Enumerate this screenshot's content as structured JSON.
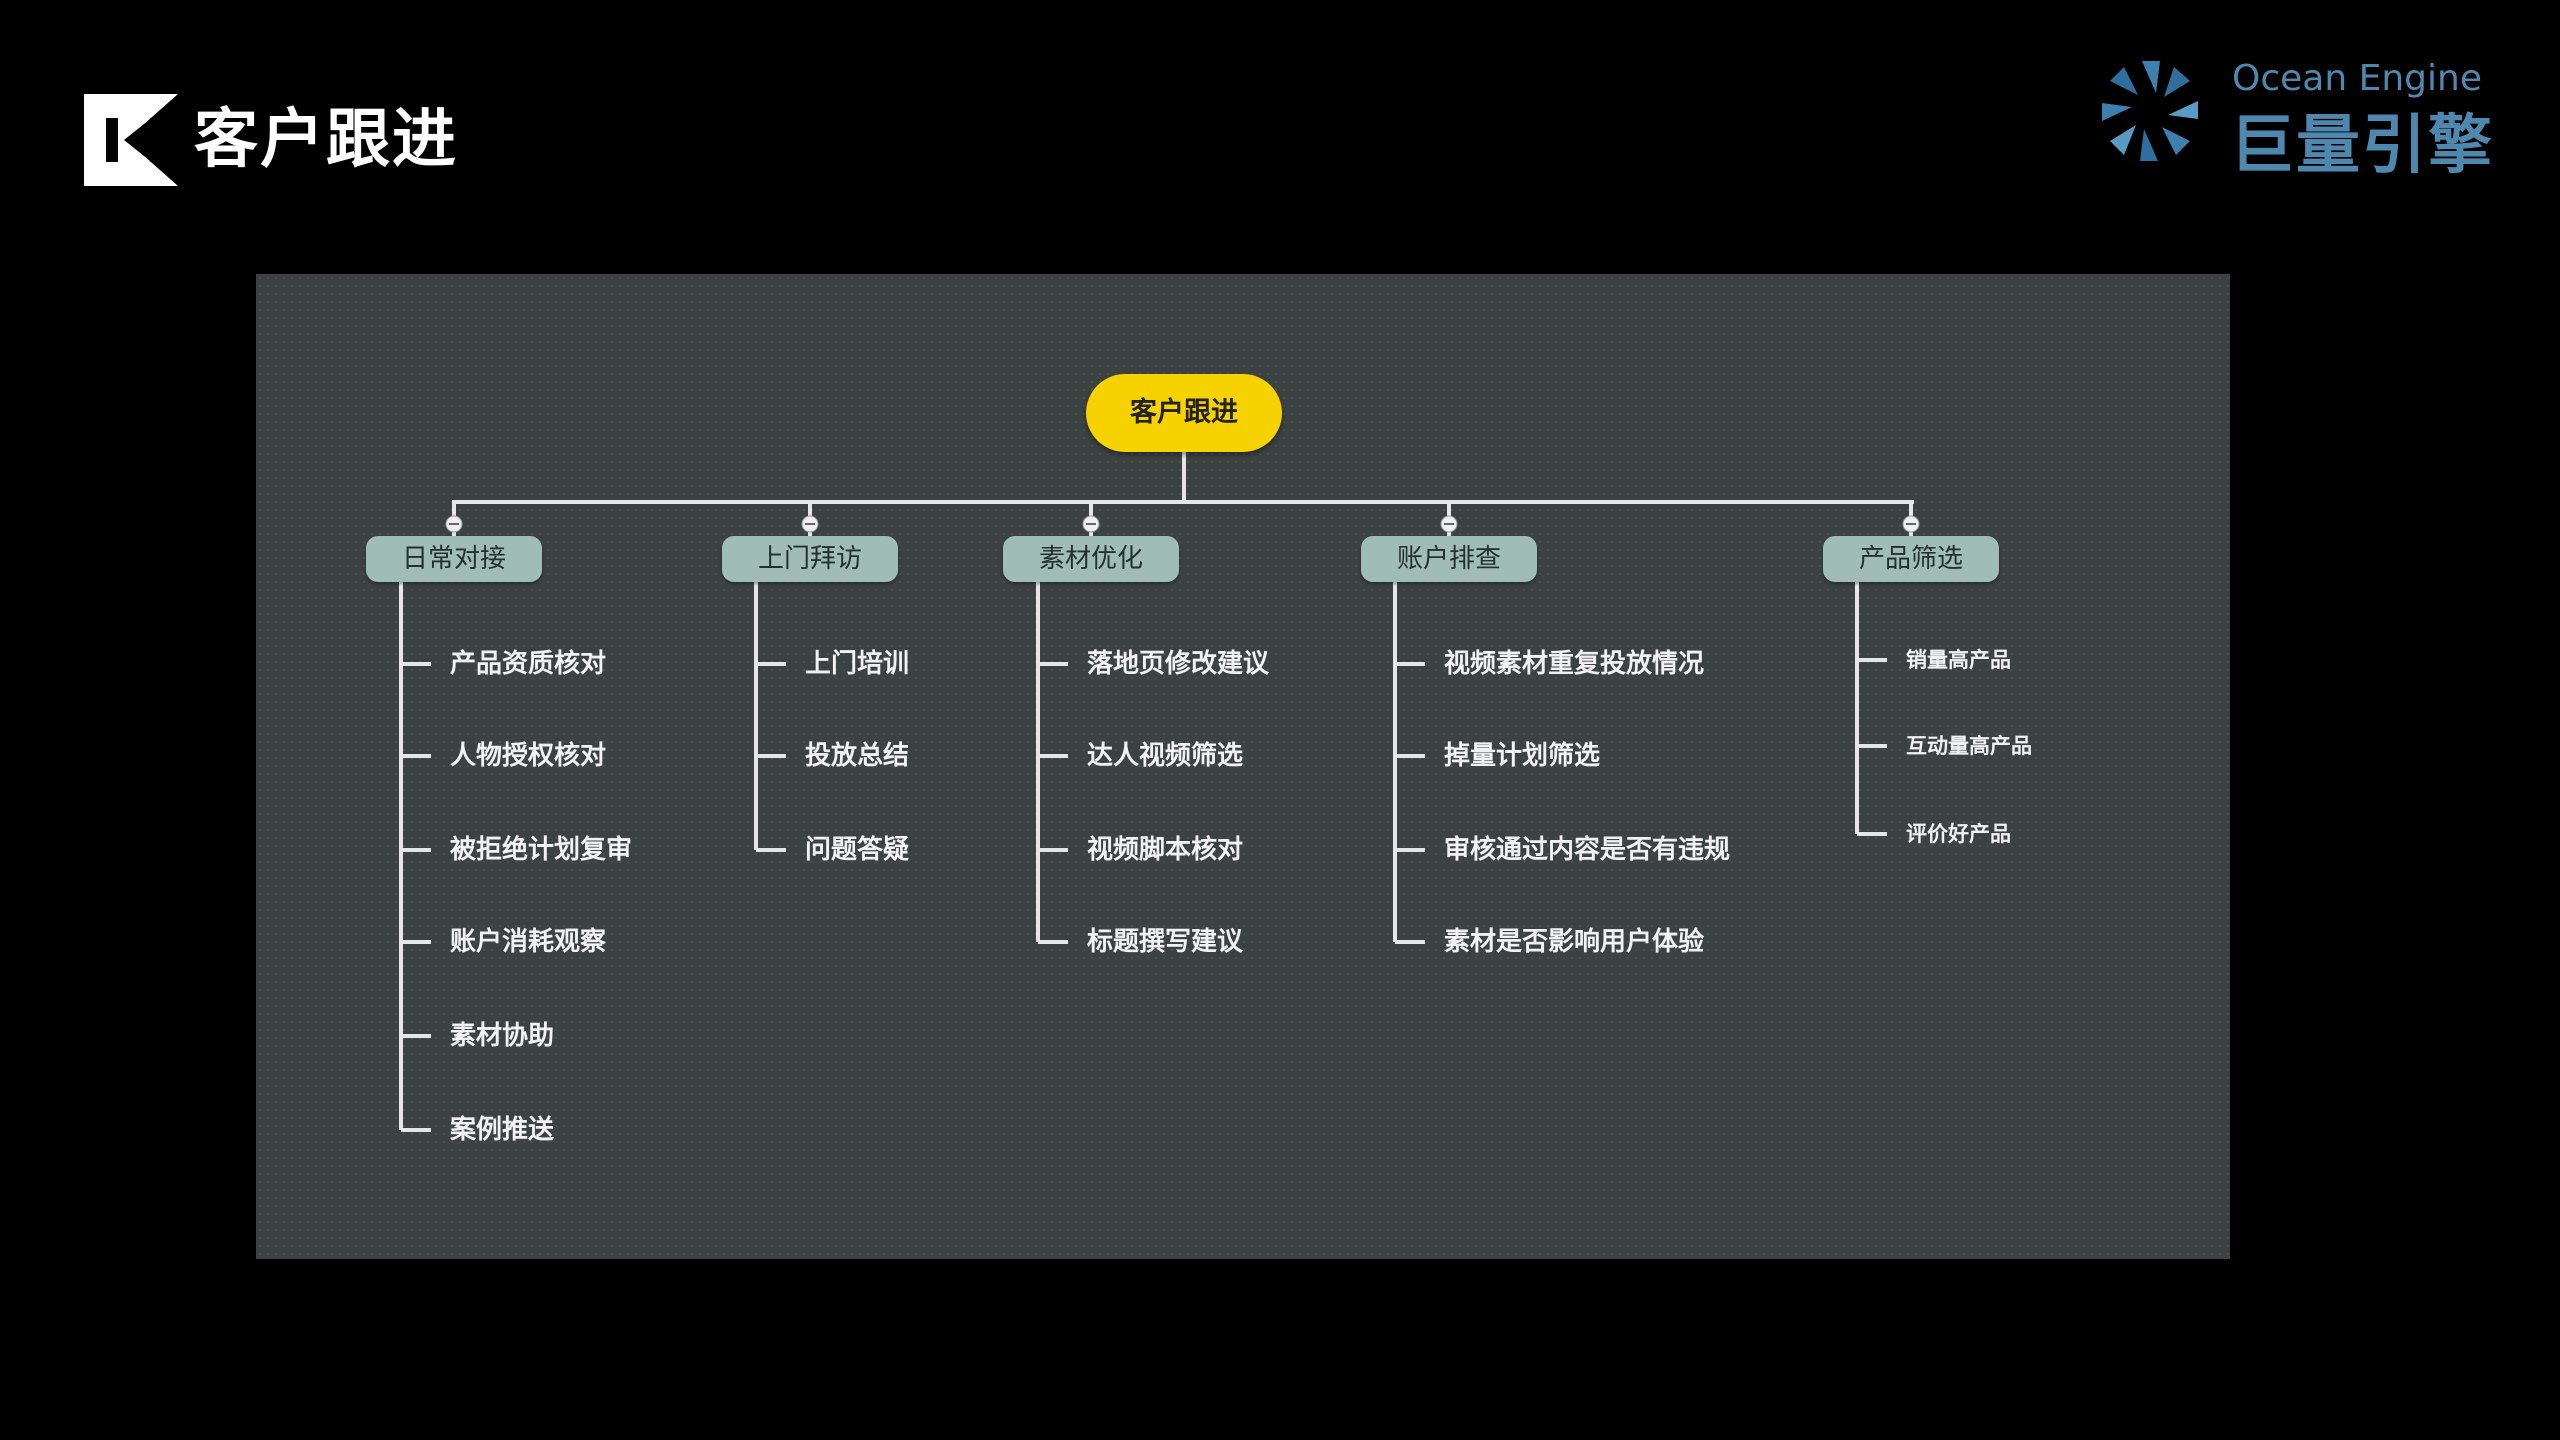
{
  "header": {
    "title": "客户跟进",
    "brand_en": "Ocean Engine",
    "brand_cn": "巨量引擎"
  },
  "colors": {
    "background": "#000000",
    "canvas": "#3c4142",
    "root_fill": "#f6d200",
    "branch_fill": "#9fbdb4",
    "brand_blue": "#4f88ae",
    "connector": "#e6e6e6"
  },
  "mindmap": {
    "root": "客户跟进",
    "branches": [
      {
        "label": "日常对接",
        "items": [
          "产品资质核对",
          "人物授权核对",
          "被拒绝计划复审",
          "账户消耗观察",
          "素材协助",
          "案例推送"
        ]
      },
      {
        "label": "上门拜访",
        "items": [
          "上门培训",
          "投放总结",
          "问题答疑"
        ]
      },
      {
        "label": "素材优化",
        "items": [
          "落地页修改建议",
          "达人视频筛选",
          "视频脚本核对",
          "标题撰写建议"
        ]
      },
      {
        "label": "账户排查",
        "items": [
          "视频素材重复投放情况",
          "掉量计划筛选",
          "审核通过内容是否有违规",
          "素材是否影响用户体验"
        ]
      },
      {
        "label": "产品筛选",
        "items": [
          "销量高产品",
          "互动量高产品",
          "评价好产品"
        ]
      }
    ]
  }
}
